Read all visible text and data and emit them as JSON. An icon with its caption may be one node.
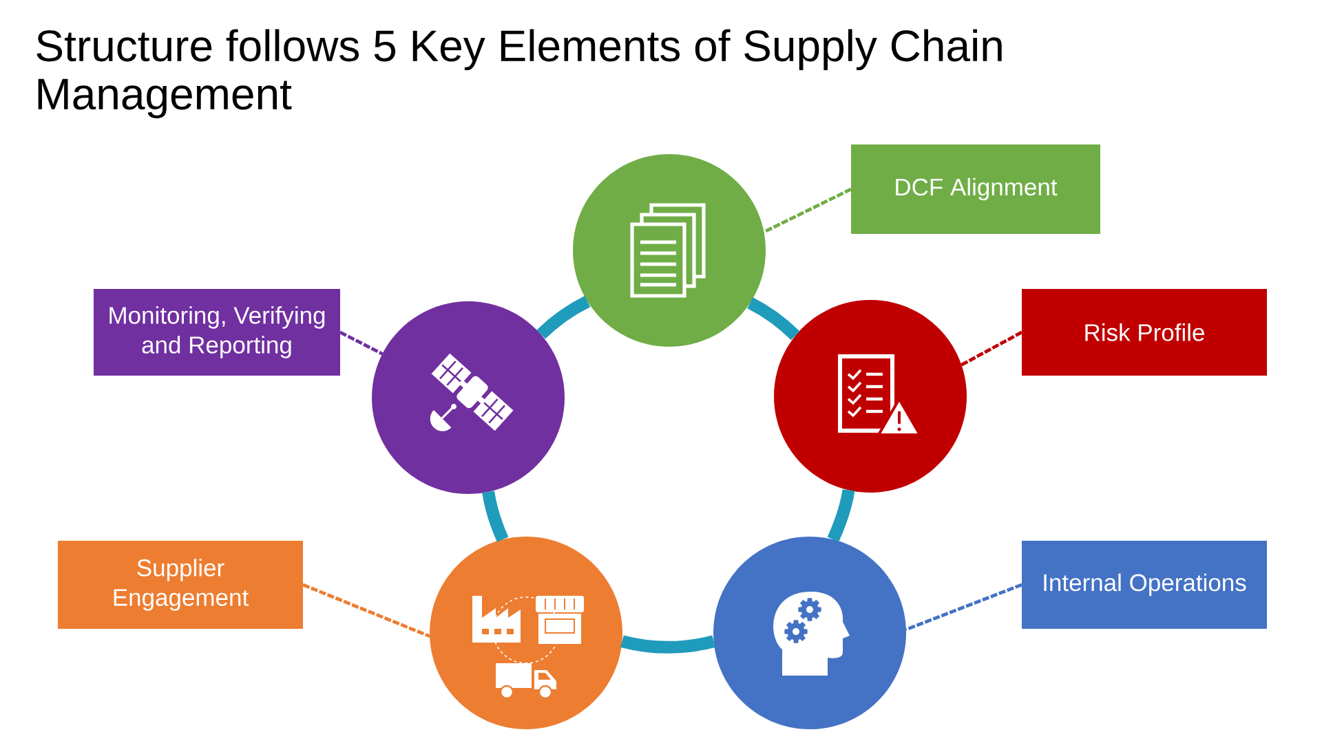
{
  "diagram": {
    "title": "Structure follows 5 Key Elements of Supply Chain Management",
    "nodes": [
      {
        "text": [
          "DCF Alignment"
        ]
      },
      {
        "text": [
          "Monitoring, Verifying and Reporting"
        ]
      },
      {
        "text": [
          "Risk Profile"
        ]
      },
      {
        "text": [
          "Supplier Engagement"
        ]
      },
      {
        "text": [
          "Internal Operations"
        ]
      },
      {
        "text": [],
        "shape": "circle"
      },
      {
        "text": [],
        "shape": "circle"
      },
      {
        "text": [],
        "shape": "circle"
      },
      {
        "text": [],
        "shape": "circle"
      },
      {
        "text": [],
        "shape": "circle"
      }
    ],
    "edges": [
      {
        "from": 0,
        "to": 5,
        "arrow": "none",
        "style": "dashed",
        "color": "#70ad47"
      },
      {
        "from": 1,
        "to": 6,
        "arrow": "none",
        "style": "dashed",
        "color": "#7030a0"
      },
      {
        "from": 2,
        "to": 7,
        "arrow": "none",
        "style": "dashed",
        "color": "#c00000"
      },
      {
        "from": 3,
        "to": 8,
        "arrow": "none",
        "style": "dashed",
        "color": "#ed7d31"
      },
      {
        "from": 4,
        "to": 9,
        "arrow": "none",
        "style": "dashed",
        "color": "#4472c4"
      },
      {
        "from": 5,
        "to": 7,
        "arrow": "none",
        "style": "thick",
        "color": "#1f9bbb"
      },
      {
        "from": 7,
        "to": 9,
        "arrow": "none",
        "style": "thick",
        "color": "#1f9bbb"
      },
      {
        "from": 9,
        "to": 8,
        "arrow": "none",
        "style": "thick",
        "color": "#1f9bbb"
      },
      {
        "from": 8,
        "to": 6,
        "arrow": "none",
        "style": "thick",
        "color": "#1f9bbb"
      },
      {
        "from": 6,
        "to": 5,
        "arrow": "none",
        "style": "thick",
        "color": "#1f9bbb"
      }
    ]
  }
}
